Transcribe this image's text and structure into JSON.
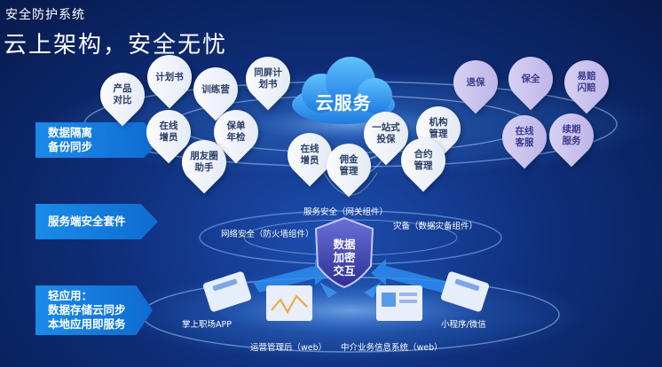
{
  "header": {
    "subtitle": "安全防护系统",
    "title": "云上架构，安全无忧"
  },
  "cloud": {
    "label": "云服务"
  },
  "left_bars": [
    {
      "label": "数据隔离\n备份同步"
    },
    {
      "label": "服务端安全套件"
    },
    {
      "label": "轻应用：\n数据存储云同步\n本地应用即服务"
    }
  ],
  "white_pins": [
    {
      "label": "产品\n对比"
    },
    {
      "label": "计划书"
    },
    {
      "label": "训练营"
    },
    {
      "label": "同屏计\n划书"
    },
    {
      "label": "在线\n增员"
    },
    {
      "label": "保单\n年检"
    },
    {
      "label": "朋友圈\n助手"
    },
    {
      "label": "在线\n增员"
    },
    {
      "label": "佣金\n管理"
    },
    {
      "label": "一站式\n投保"
    },
    {
      "label": "机构\n管理"
    },
    {
      "label": "合约\n管理"
    }
  ],
  "lavender_pins": [
    {
      "label": "退保"
    },
    {
      "label": "保全"
    },
    {
      "label": "易赔\n闪赔"
    },
    {
      "label": "在线\n客服"
    },
    {
      "label": "续期\n服务"
    }
  ],
  "security": {
    "service": "服务安全（网关组件）",
    "network": "网络安全（防火墙组件）",
    "backup": "灾备（数据灾备组件）",
    "shield": "数据\n加密\n交互"
  },
  "apps": {
    "mobile": "掌上职场APP",
    "ops": "运营管理后（web）",
    "agency": "中介业务信息系统（web）",
    "miniapp": "小程序/微信"
  },
  "colors": {
    "background": "#0f2f7c",
    "accent": "#1a8be8"
  }
}
